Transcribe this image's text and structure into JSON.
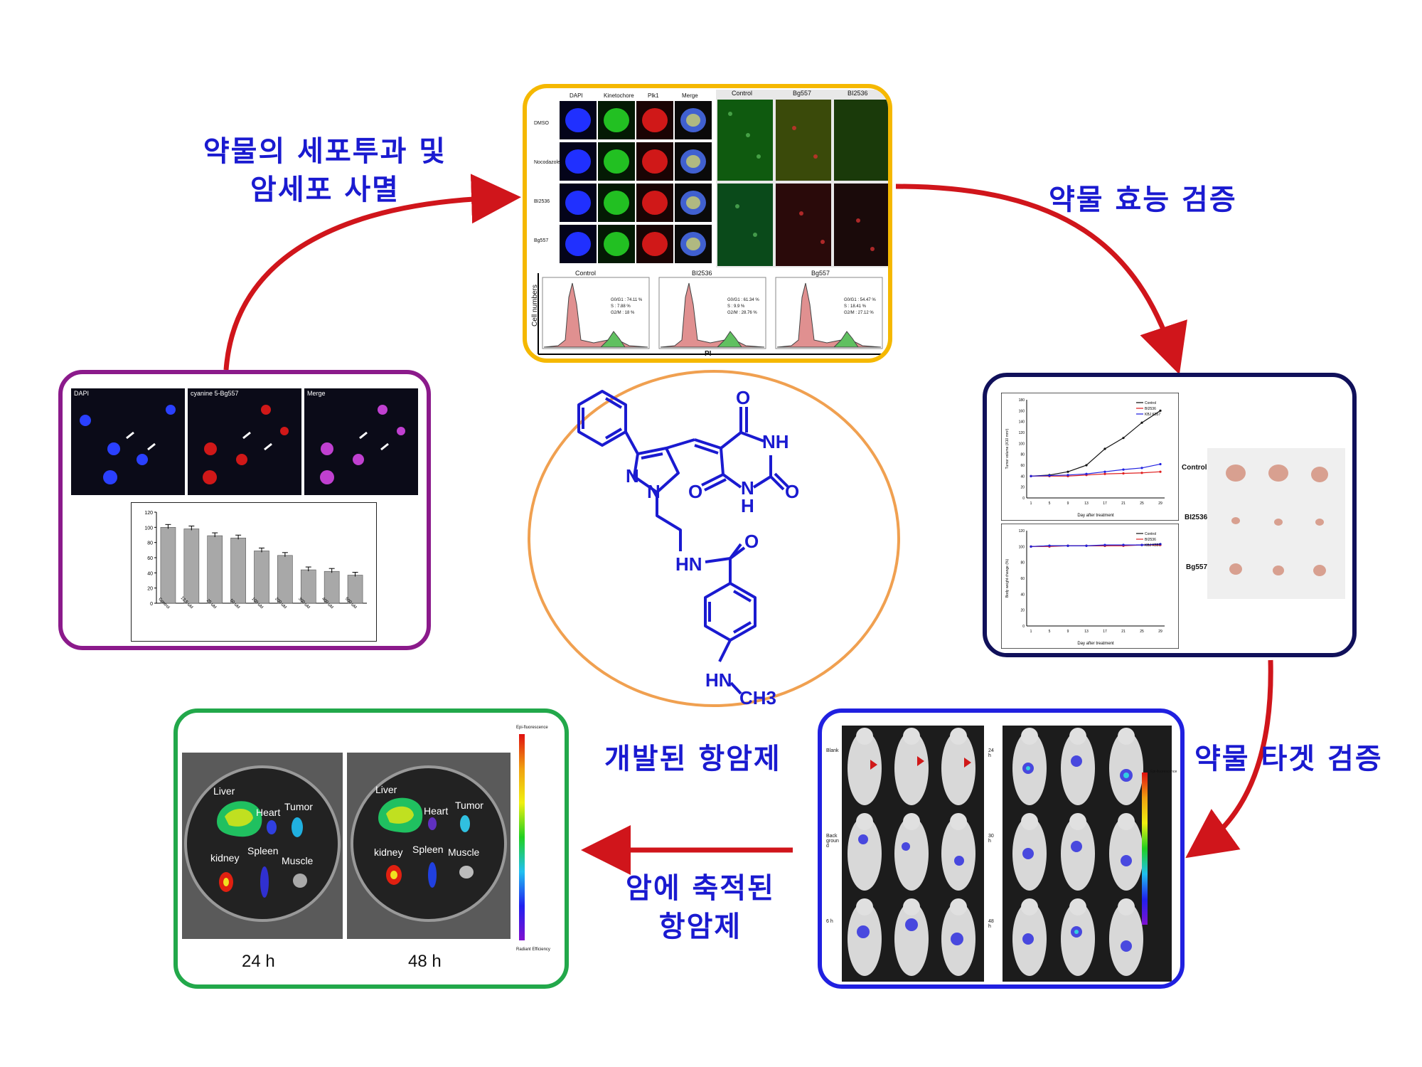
{
  "captions": {
    "top_left_line1": "약물의 세포투과 및",
    "top_left_line2": "암세포 사멸",
    "top_right": "약물 효능 검증",
    "center_bottom": "개발된 항암제",
    "right_bottom": "약물 타겟 검증",
    "bottom_line1": "암에 축적된",
    "bottom_line2": "항암제"
  },
  "colors": {
    "caption": "#1a1ad0",
    "arrow": "#d0151b",
    "panel_top_border": "#f5b800",
    "panel_left_border": "#8b1a8b",
    "panel_right_border": "#10105a",
    "panel_bottom_right_border": "#2020e0",
    "panel_bottom_left_border": "#22a84a",
    "circle": "#f0a050",
    "molecule": "#1a1ad0"
  },
  "molecule": {
    "labels": {
      "o1": "O",
      "nh1": "NH",
      "o2": "O",
      "o3": "O",
      "nh2": "N",
      "h2": "H",
      "n1": "N",
      "n2": "N",
      "hn": "HN",
      "o4": "O",
      "hn2": "HN",
      "ch3": "CH3"
    }
  },
  "top_panel": {
    "col_headers": [
      "DAPI",
      "Kinetochore",
      "Plk1",
      "Merge"
    ],
    "row_labels": [
      "DMSO",
      "Nocodazole",
      "BI2536",
      "Bg557"
    ],
    "right_headers": [
      "Control",
      "Bg557",
      "BI2536"
    ],
    "flow_titles": [
      "Control",
      "BI2536",
      "Bg557"
    ],
    "flow_ylabel": "Cell numbers",
    "flow_xlabel": "PI",
    "flow_stats": [
      [
        "G0/G1 : 74.11 %",
        "S : 7.88 %",
        "G2/M : 18 %"
      ],
      [
        "G0/G1 : 61.34 %",
        "S : 9.9 %",
        "G2/M : 28.76 %"
      ],
      [
        "G0/G1 : 54.47 %",
        "S : 18.41 %",
        "G2/M : 27.12 %"
      ]
    ]
  },
  "left_panel": {
    "image_labels": [
      "DAPI",
      "cyanine 5-Bg557",
      "Merge"
    ],
    "chart_data": {
      "type": "bar",
      "categories": [
        "Control",
        "12.5 uM",
        "25 uM",
        "50 uM",
        "100 uM",
        "200 uM",
        "300 uM",
        "400 uM",
        "500 uM"
      ],
      "values": [
        100,
        98,
        89,
        86,
        69,
        63,
        44,
        42,
        37
      ],
      "ylim": [
        0,
        120
      ],
      "yticks": [
        "0",
        "20",
        "40",
        "60",
        "80",
        "100",
        "120"
      ]
    }
  },
  "right_panel": {
    "charts": [
      {
        "type": "line",
        "ylabel": "Tumor volume (X10 mm³)",
        "xlabel": "Day after treatment",
        "x": [
          "1",
          "5",
          "9",
          "13",
          "17",
          "21",
          "25",
          "29"
        ],
        "ylim": [
          0,
          180
        ],
        "yticks": [
          "0",
          "20",
          "40",
          "60",
          "80",
          "100",
          "120",
          "140",
          "160",
          "180"
        ],
        "series": [
          {
            "name": "Control",
            "color": "#111111",
            "values": [
              40,
              42,
              48,
              60,
              90,
              110,
              138,
              160
            ]
          },
          {
            "name": "BI2536",
            "color": "#e02020",
            "values": [
              40,
              40,
              40,
              42,
              44,
              45,
              46,
              48
            ]
          },
          {
            "name": "KBJ K557",
            "color": "#2020e0",
            "values": [
              40,
              41,
              42,
              44,
              48,
              52,
              55,
              62
            ]
          }
        ]
      },
      {
        "type": "line",
        "ylabel": "Body weight change (%)",
        "xlabel": "Day after treatment",
        "x": [
          "1",
          "5",
          "9",
          "13",
          "17",
          "21",
          "25",
          "29"
        ],
        "ylim": [
          0,
          120
        ],
        "yticks": [
          "0",
          "20",
          "40",
          "60",
          "80",
          "100",
          "120"
        ],
        "series": [
          {
            "name": "Control",
            "color": "#111111",
            "values": [
              100,
              101,
              101,
              101,
              101,
              102,
              102,
              103
            ]
          },
          {
            "name": "BI2536",
            "color": "#e02020",
            "values": [
              100,
              100,
              101,
              101,
              101,
              101,
              102,
              102
            ]
          },
          {
            "name": "KBJ K557",
            "color": "#2020e0",
            "values": [
              100,
              101,
              101,
              101,
              102,
              102,
              102,
              103
            ]
          }
        ]
      }
    ],
    "tumor_labels": [
      "Control",
      "BI2536",
      "Bg557"
    ]
  },
  "bottom_right_panel": {
    "row_labels": [
      "Blank",
      "Background",
      "6 h"
    ],
    "time_labels": [
      "24 h",
      "30 h",
      "48 h"
    ],
    "scale_title": "Epi-fluorescence"
  },
  "bottom_left_panel": {
    "organs_a": [
      "Liver",
      "Heart",
      "Tumor",
      "kidney",
      "Spleen",
      "Muscle"
    ],
    "organs_b": [
      "Liver",
      "Heart",
      "Tumor",
      "kidney",
      "Spleen",
      "Muscle"
    ],
    "times": [
      "24 h",
      "48 h"
    ],
    "scale_title": "Epi-fluorescence",
    "scale_footer": "Radiant Efficiency"
  }
}
